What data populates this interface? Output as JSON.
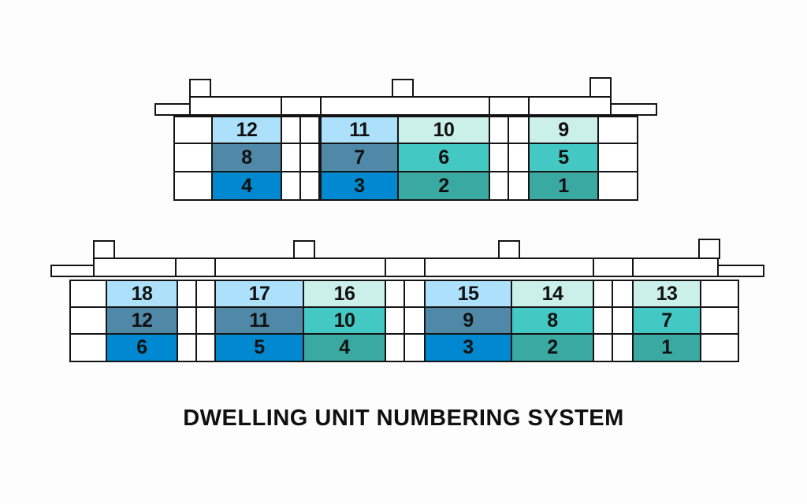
{
  "diagram": {
    "title": "DWELLING UNIT NUMBERING SYSTEM",
    "palette": {
      "pale_blue": "#ace0fb",
      "slate_blue": "#5089a8",
      "strong_blue": "#0089d0",
      "pale_cyan": "#cbefe9",
      "medium_teal": "#44c8c4",
      "dark_teal": "#3aa9a2",
      "outline": "#141414",
      "background": "#fdfdfd"
    },
    "buildings": [
      {
        "name": "upper-building",
        "rows": [
          {
            "name": "upper-floor-3",
            "cells": [
              "",
              "12",
              "",
              "",
              "11",
              "10",
              "",
              "",
              "9",
              ""
            ]
          },
          {
            "name": "upper-floor-2",
            "cells": [
              "",
              "8",
              "",
              "",
              "7",
              "6",
              "",
              "",
              "5",
              ""
            ]
          },
          {
            "name": "upper-floor-1",
            "cells": [
              "",
              "4",
              "",
              "",
              "3",
              "2",
              "",
              "",
              "1",
              ""
            ]
          }
        ]
      },
      {
        "name": "lower-building",
        "rows": [
          {
            "name": "lower-floor-3",
            "cells": [
              "",
              "18",
              "",
              "",
              "17",
              "16",
              "",
              "",
              "15",
              "14",
              "",
              "",
              "13",
              ""
            ]
          },
          {
            "name": "lower-floor-2",
            "cells": [
              "",
              "12",
              "",
              "",
              "11",
              "10",
              "",
              "",
              "9",
              "8",
              "",
              "",
              "7",
              ""
            ]
          },
          {
            "name": "lower-floor-1",
            "cells": [
              "",
              "6",
              "",
              "",
              "5",
              "4",
              "",
              "",
              "3",
              "2",
              "",
              "",
              "1",
              ""
            ]
          }
        ]
      }
    ]
  }
}
